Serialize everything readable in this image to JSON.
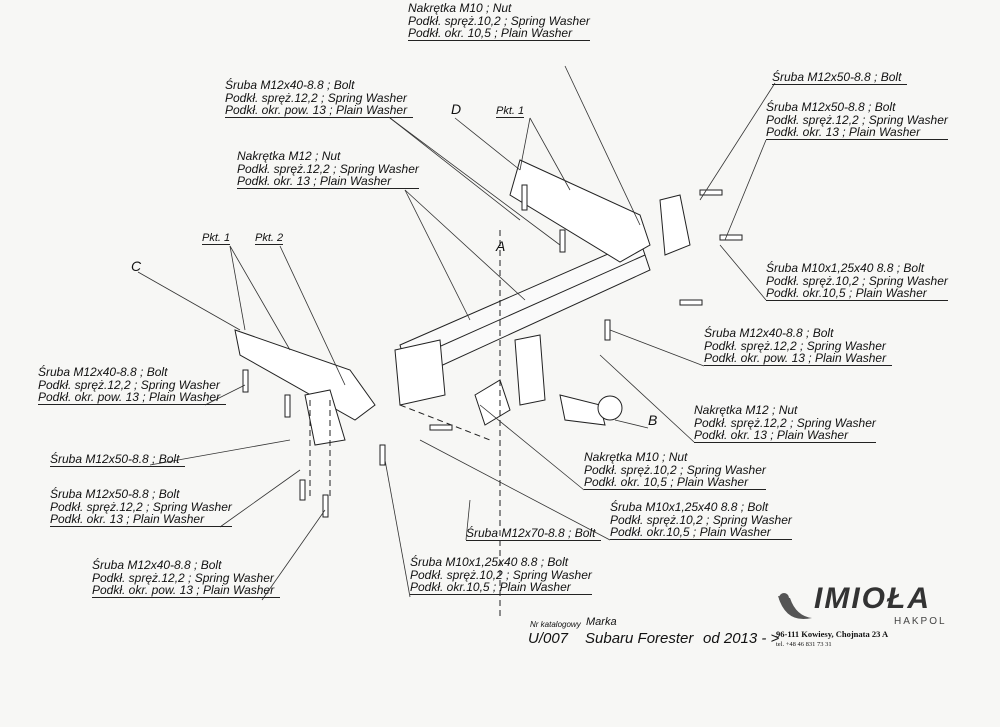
{
  "labels": [
    {
      "lines": [
        "Nakrętka  M10 ; Nut",
        "Podkł. spręż.10,2 ; Spring Washer",
        "Podkł. okr.  10,5 ; Plain Washer"
      ]
    },
    {
      "lines": [
        "Śruba M12x40-8.8 ; Bolt",
        "Podkł. spręż.12,2 ; Spring Washer",
        "Podkł. okr. pow. 13 ; Plain Washer"
      ]
    },
    {
      "lines": [
        "Śruba M12x50-8.8 ; Bolt"
      ]
    },
    {
      "lines": [
        "Śruba M12x50-8.8 ; Bolt",
        "Podkł. spręż.12,2 ; Spring Washer",
        "Podkł. okr. 13 ; Plain Washer"
      ]
    },
    {
      "lines": [
        "Nakrętka  M12 ; Nut",
        "Podkł. spręż.12,2 ; Spring Washer",
        "Podkł. okr.  13 ; Plain Washer"
      ]
    },
    {
      "lines": [
        "Śruba M10x1,25x40 8.8 ; Bolt",
        "Podkł. spręż.10,2 ; Spring Washer",
        "Podkł. okr.10,5 ; Plain Washer"
      ]
    },
    {
      "lines": [
        "Śruba M12x40-8.8 ; Bolt",
        "Podkł. spręż.12,2 ; Spring Washer",
        "Podkł. okr. pow. 13 ; Plain Washer"
      ]
    },
    {
      "lines": [
        "Śruba M12x40-8.8 ; Bolt",
        "Podkł. spręż.12,2 ; Spring Washer",
        "Podkł. okr. pow. 13 ; Plain Washer"
      ]
    },
    {
      "lines": [
        "Nakrętka  M12 ; Nut",
        "Podkł. spręż.12,2 ; Spring Washer",
        "Podkł. okr. 13 ; Plain Washer"
      ]
    },
    {
      "lines": [
        "Śruba M12x50-8.8 ;  Bolt"
      ]
    },
    {
      "lines": [
        "Nakrętka  M10 ; Nut",
        "Podkł. spręż.10,2 ; Spring Washer",
        "Podkł. okr.  10,5 ; Plain Washer"
      ]
    },
    {
      "lines": [
        "Śruba M12x50-8.8 ;  Bolt",
        "Podkł. spręż.12,2 ; Spring Washer",
        "Podkł. okr. 13 ; Plain Washer"
      ]
    },
    {
      "lines": [
        "Śruba M10x1,25x40 8.8 ;  Bolt",
        "Podkł. spręż.10,2 ; Spring Washer",
        "Podkł. okr.10,5 ; Plain Washer"
      ]
    },
    {
      "lines": [
        "Śruba M12x70-8.8 ;  Bolt"
      ]
    },
    {
      "lines": [
        "Śruba M12x40-8.8 ;  Bolt",
        "Podkł. spręż.12,2 ; Spring Washer",
        "Podkł. okr. pow. 13 ; Plain Washer"
      ]
    },
    {
      "lines": [
        "Śruba M10x1,25x40 8.8 ;  Bolt",
        "Podkł. spręż.10,2 ; Spring Washer",
        "Podkł. okr.10,5 ; Plain Washer"
      ]
    }
  ],
  "letters": {
    "a": "A",
    "b": "B",
    "c": "C",
    "d": "D"
  },
  "points": {
    "pkt1_right": "Pkt. 1",
    "pkt1_left": "Pkt. 1",
    "pkt2_left": "Pkt. 2"
  },
  "footer": {
    "catalog_label": "Nr katalogowy",
    "brand_label": "Marka",
    "catalog_number": "U/007",
    "brand": "Subaru Forester",
    "years": "od 2013 - >",
    "address": "96-111 Kowiesy, Chojnata 23 A",
    "phone": "tel. +48 46 831 73 31",
    "logo_text": "IMIOŁA",
    "logo_sub": "HAKPOL"
  }
}
